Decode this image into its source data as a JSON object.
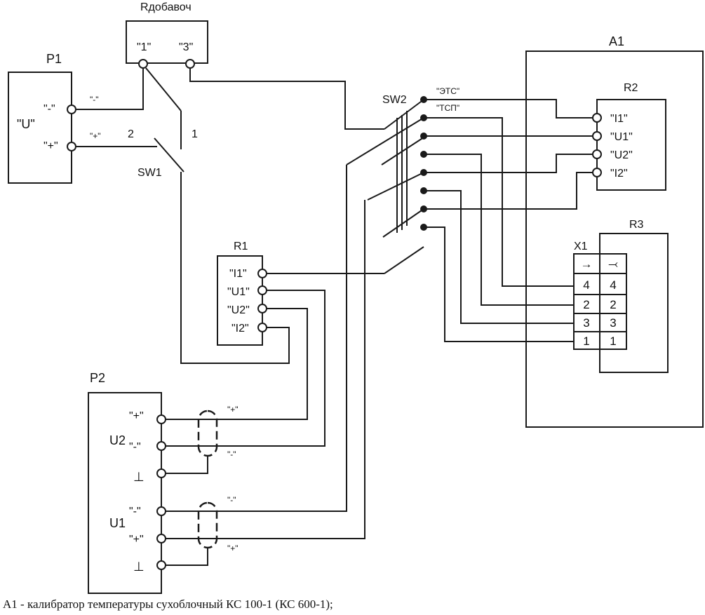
{
  "components": {
    "rdob": {
      "name": "Rдобавоч",
      "t1": "\"1\"",
      "t3": "\"3\""
    },
    "p1": {
      "name": "P1",
      "u": "\"U\"",
      "minus": "\"-\"",
      "plus": "\"+\""
    },
    "p1_wire_minus": "\"-\"",
    "p1_wire_plus": "\"+\"",
    "sw1": {
      "name": "SW1",
      "pos2": "2",
      "pos1": "1"
    },
    "sw2": {
      "name": "SW2",
      "ets": "\"ЭТС\"",
      "tsp": "\"ТСП\""
    },
    "a1": {
      "name": "A1"
    },
    "r2": {
      "name": "R2",
      "i1": "\"I1\"",
      "u1": "\"U1\"",
      "u2": "\"U2\"",
      "i2": "\"I2\""
    },
    "r3": {
      "name": "R3"
    },
    "x1": {
      "name": "X1",
      "header_left": "→",
      "header_right": "⤙",
      "rows": [
        {
          "left": "4",
          "right": "4"
        },
        {
          "left": "2",
          "right": "2"
        },
        {
          "left": "3",
          "right": "3"
        },
        {
          "left": "1",
          "right": "1"
        }
      ]
    },
    "r1": {
      "name": "R1",
      "i1": "\"I1\"",
      "u1": "\"U1\"",
      "u2": "\"U2\"",
      "i2": "\"I2\""
    },
    "p2": {
      "name": "P2",
      "u2": "U2",
      "u1": "U1",
      "u2_plus": "\"+\"",
      "u2_minus": "\"-\"",
      "u1_minus": "\"-\"",
      "u1_plus": "\"+\"",
      "ground1": "⊥",
      "ground2": "⊥"
    },
    "p2_wire_u2_plus": "\"+\"",
    "p2_wire_u2_minus": "\"-\"",
    "p2_wire_u1_minus": "\"-\"",
    "p2_wire_u1_plus": "\"+\""
  },
  "caption": "А1 - калибратор температуры сухоблочный КС 100-1 (КС 600-1);"
}
